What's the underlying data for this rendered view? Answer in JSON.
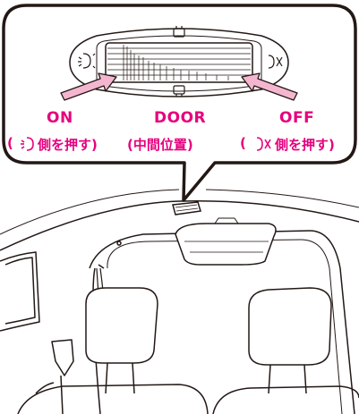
{
  "labels": {
    "on": {
      "title": "ON",
      "note_prefix": "(",
      "note_text": "側を押す)"
    },
    "door": {
      "title": "DOOR",
      "note": "(中間位置)"
    },
    "off": {
      "title": "OFF",
      "note_prefix": "(",
      "note_text": "側を押す)"
    }
  },
  "colors": {
    "accent": "#e6007e",
    "arrow_fill": "#f4b6cf",
    "line": "#231815"
  },
  "icons": [
    "lamp-on-icon",
    "lamp-off-icon",
    "door-top-icon",
    "door-bottom-icon"
  ]
}
